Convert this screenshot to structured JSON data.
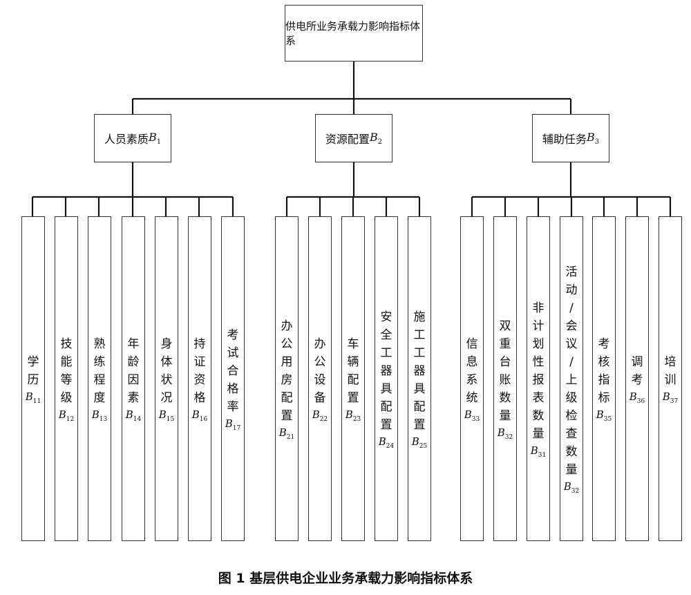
{
  "root": {
    "label": "供电所业务承载力影响指标体系"
  },
  "groups": [
    {
      "label": "人员素质",
      "code_letter": "B",
      "code_sub": "1",
      "items": [
        {
          "label": "学历",
          "code_sub": "11"
        },
        {
          "label": "技能等级",
          "code_sub": "12"
        },
        {
          "label": "熟练程度",
          "code_sub": "13"
        },
        {
          "label": "年龄因素",
          "code_sub": "14"
        },
        {
          "label": "身体状况",
          "code_sub": "15"
        },
        {
          "label": "持证资格",
          "code_sub": "16"
        },
        {
          "label": "考试合格率",
          "code_sub": "17"
        }
      ]
    },
    {
      "label": "资源配置",
      "code_letter": "B",
      "code_sub": "2",
      "items": [
        {
          "label": "办公用房配置",
          "code_sub": "21"
        },
        {
          "label": "办公设备",
          "code_sub": "22"
        },
        {
          "label": "车辆配置",
          "code_sub": "23"
        },
        {
          "label": "安全工器具配置",
          "code_sub": "24"
        },
        {
          "label": "施工工器具配置",
          "code_sub": "25"
        }
      ]
    },
    {
      "label": "辅助任务",
      "code_letter": "B",
      "code_sub": "3",
      "items": [
        {
          "label": "信息系统",
          "code_sub": "33"
        },
        {
          "label": "双重台账数量",
          "code_sub": "32"
        },
        {
          "label": "非计划性报表数量",
          "code_sub": "31"
        },
        {
          "label": "活动/会议/上级检查数量",
          "code_sub": "32"
        },
        {
          "label": "考核指标",
          "code_sub": "35"
        },
        {
          "label": "调考",
          "code_sub": "36"
        },
        {
          "label": "培训",
          "code_sub": "37"
        }
      ]
    }
  ],
  "caption": "图 1  基层供电企业业务承载力影响指标体系"
}
